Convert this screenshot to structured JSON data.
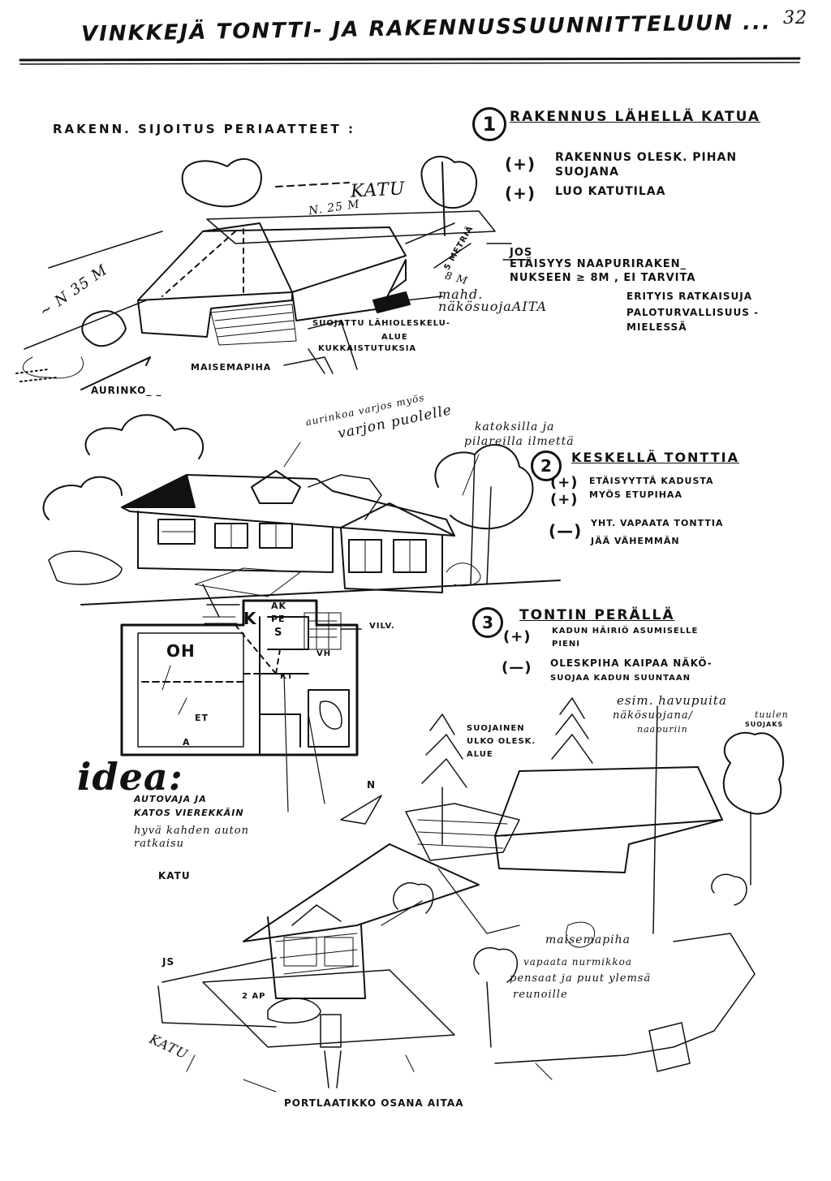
{
  "page": {
    "title": "VINKKEJÄ TONTTI- JA RAKENNUSSUUNNITTELUUN ...",
    "page_number": "32"
  },
  "section_title": "RAKENN. SIJOITUS PERIAATTEET :",
  "option1": {
    "number": "1",
    "heading": "RAKENNUS LÄHELLÄ KATUA",
    "plus1_sign": "(+)",
    "plus1_a": "RAKENNUS OLESK. PIHAN",
    "plus1_b": "SUOJANA",
    "plus2_sign": "(+)",
    "plus2": "LUO KATUTILAA",
    "note_a": "JOS",
    "note_b": "ETÄISYYS NAAPURIRAKEN_",
    "note_c": "NUKSEEN ≥ 8M , EI TARVITA",
    "note_d": "ERITYIS RATKAISUJA",
    "note_e": "PALOTURVALLISUUS -",
    "note_f": "MIELESSÄ"
  },
  "sketch1": {
    "katu": "KATU",
    "n25": "N. 25 M",
    "n35": "~ N 35 M",
    "smetria": "5 METRIÄ",
    "m8": "8 M",
    "maha": "mahd.",
    "nakosuoja": "näkösuojaAITA",
    "suojattu_a": "SUOJATTU LÄHIOLESKELU-",
    "suojattu_b": "ALUE",
    "kukka": "KUKKAISTUTUKSIA",
    "maisema": "MAISEMAPIHA",
    "aurinko": "AURINKO_ _"
  },
  "option2": {
    "annot_a": "aurinkoa varjos myös",
    "annot_b": "varjon puolelle",
    "annot_c": "katoksilla ja",
    "annot_d": "pilareilla ilmettä",
    "number": "2",
    "heading": "KESKELLÄ TONTTIA",
    "p1_sign": "(+)",
    "p1": "etäisyyttä KADUSTA",
    "p2_sign": "(+)",
    "p2": "myös ETUPIHAA",
    "m1_sign": "(—)",
    "m1_a": "YHT. VAPAATA TONTTIA",
    "m1_b": "JÄÄ VÄHEMMÄN"
  },
  "plan": {
    "k": "K",
    "ak": "AK",
    "pe": "PE",
    "s": "S",
    "oh": "OH",
    "et": "ET",
    "vh": "VH",
    "kt": "KT",
    "vilv": "VILV.",
    "a": "A"
  },
  "idea": {
    "label": "idea:",
    "line1": "AUTOVAJA JA",
    "line2": "KATOS VIEREKKÄIN",
    "line3": "hyvä kahden auton",
    "line4": "ratkaisu",
    "katu": "KATU",
    "n": "N"
  },
  "option3": {
    "number": "3",
    "heading": "TONTIN PERÄLLÄ",
    "p1_sign": "(+)",
    "p1_a": "KADUN HÄIRIÖ ASUMISELLE",
    "p1_b": "PIENI",
    "m1_sign": "(—)",
    "m1_a": "OLESKPIHA KAIPAA NÄKÖ-",
    "m1_b": "SUOJAA KADUN SUUNTAAN"
  },
  "sketch3": {
    "esim": "esim. havupuita",
    "nako": "näkösuojana/",
    "naapuriin": "naapuriin",
    "tuulen_a": "tuulen",
    "tuulen_b": "SUOJAKS",
    "suojainen_a": "SUOJAINEN",
    "suojainen_b": "ULKO OLESK.",
    "suojainen_c": "ALUE",
    "maisemapiha": "maisemapiha",
    "vapaata": "vapaata nurmikkoa",
    "pensaat": "pensaat ja puut ylemsä",
    "reunoille": "reunoille",
    "js": "JS",
    "twoap": "2 AP",
    "katu": "KATU",
    "bottom": "PORTLAATIKKO OSANA AITAA"
  }
}
